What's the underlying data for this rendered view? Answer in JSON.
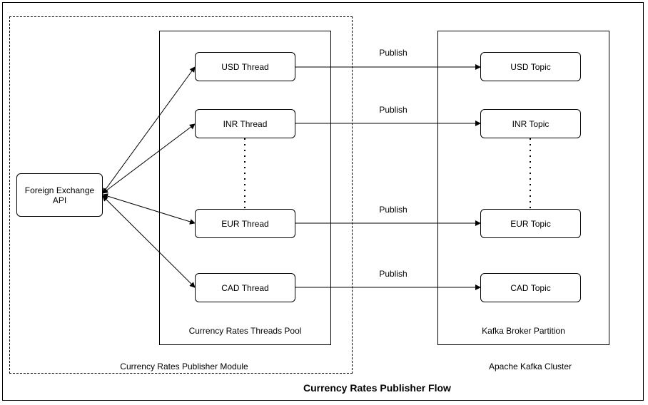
{
  "title": "Currency Rates Publisher Flow",
  "api": {
    "label": "Foreign Exchange API"
  },
  "threads_pool": {
    "label": "Currency Rates Threads Pool",
    "threads": [
      "USD Thread",
      "INR Thread",
      "EUR Thread",
      "CAD Thread"
    ]
  },
  "broker": {
    "label": "Kafka Broker Partition",
    "topics": [
      "USD Topic",
      "INR Topic",
      "EUR Topic",
      "CAD Topic"
    ]
  },
  "module_label": "Currency Rates Publisher Module",
  "cluster_label": "Apache Kafka Cluster",
  "edge_labels": [
    "Publish",
    "Publish",
    "Publish",
    "Publish"
  ]
}
